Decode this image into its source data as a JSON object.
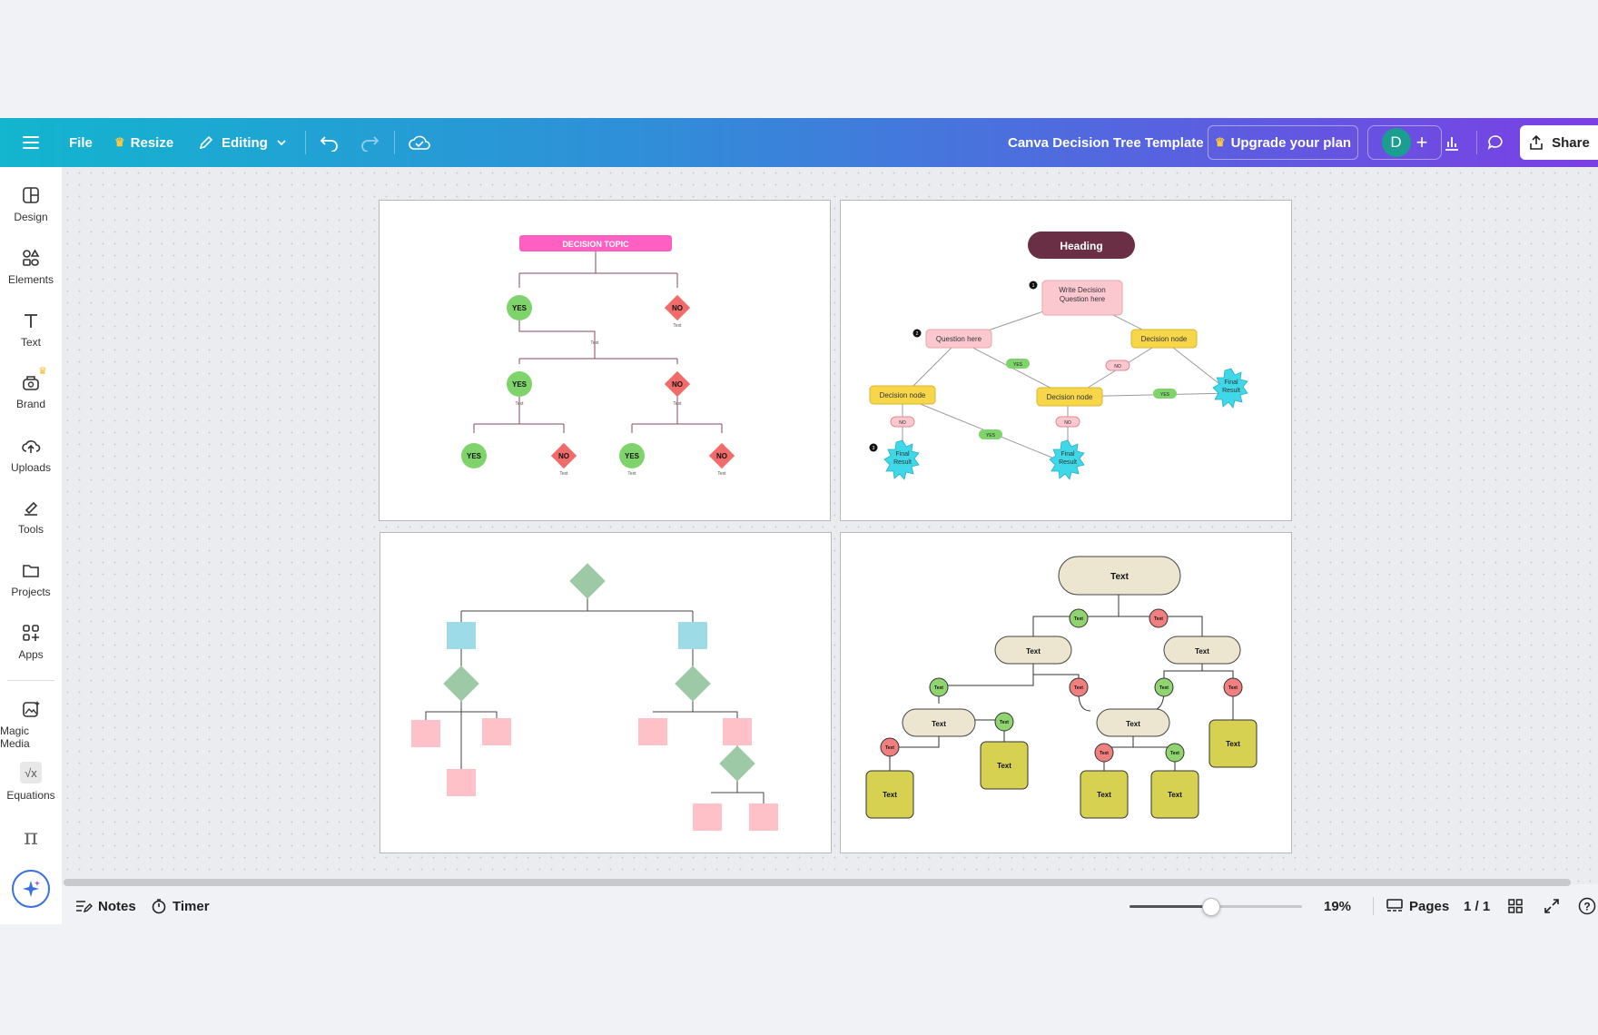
{
  "topbar": {
    "file_label": "File",
    "resize_label": "Resize",
    "editing_label": "Editing",
    "doc_title": "Canva Decision Tree Template",
    "upgrade_label": "Upgrade your plan",
    "avatar_letter": "D",
    "share_label": "Share"
  },
  "sidebar": {
    "items": [
      {
        "label": "Design",
        "icon": "design-icon"
      },
      {
        "label": "Elements",
        "icon": "elements-icon"
      },
      {
        "label": "Text",
        "icon": "text-icon"
      },
      {
        "label": "Brand",
        "icon": "brand-icon"
      },
      {
        "label": "Uploads",
        "icon": "uploads-icon"
      },
      {
        "label": "Tools",
        "icon": "tools-icon"
      },
      {
        "label": "Projects",
        "icon": "projects-icon"
      },
      {
        "label": "Apps",
        "icon": "apps-icon"
      },
      {
        "label": "Magic Media",
        "icon": "magic-media-icon"
      },
      {
        "label": "Equations",
        "icon": "equations-icon"
      }
    ]
  },
  "page1": {
    "topic": "DECISION TOPIC",
    "yes": "YES",
    "no": "NO",
    "text": "Text"
  },
  "page2": {
    "heading": "Heading",
    "question_main": "Write Decision Question here",
    "question": "Question here",
    "decision_node": "Decision node",
    "yes": "YES",
    "no": "NO",
    "final_result": "Final Result",
    "step1": "1",
    "step2": "2",
    "step3": "3"
  },
  "page4": {
    "text": "Text"
  },
  "bottombar": {
    "notes_label": "Notes",
    "timer_label": "Timer",
    "zoom_value": "19%",
    "zoom_fraction": 0.47,
    "pages_label": "Pages",
    "page_count": "1 / 1"
  },
  "colors": {
    "accent": "#7b3fe4",
    "pink_topic": "#ff5fc2",
    "yes_green": "#7fd36b",
    "no_red": "#f26b6b",
    "heading_maroon": "#6b2f45",
    "decision_yellow": "#f7d64a",
    "final_cyan": "#3fd8e8",
    "olive_box": "#d6d150",
    "beige_pill": "#ece5cf"
  }
}
